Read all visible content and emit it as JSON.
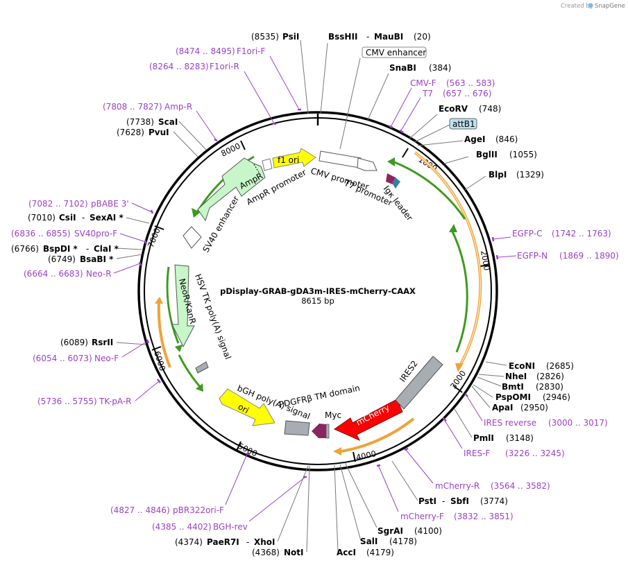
{
  "header": {
    "credit": "Created by",
    "brand": "SnapGene"
  },
  "plasmid": {
    "name": "pDisplay-GRAB-gDA3m-IRES-mCherry-CAAX",
    "length": "8615 bp",
    "length_bp": 8615
  },
  "ticks": [
    "1000",
    "2000",
    "3000",
    "4000",
    "5000",
    "6000",
    "7000",
    "8000"
  ],
  "colors": {
    "primer": "#9a3fc8",
    "ori": "#ffff00",
    "marker": "#c7f6c8",
    "orf_ring": "#f0a238",
    "orf_arrow": "#3d9a1e",
    "mcherry": "#ff0000",
    "pdgfr": "#8a2560",
    "ires": "#a8adb3",
    "attb": "#bde1ee"
  },
  "enzymes": [
    {
      "pos": "(8535)",
      "name": "PsiI"
    },
    {
      "name": "BssHII",
      "dash": "-",
      "name2": "MauBI",
      "pos": "(20)"
    },
    {
      "name": "SnaBI",
      "pos": "(384)"
    },
    {
      "name": "EcoRV",
      "pos": "(748)"
    },
    {
      "name": "AgeI",
      "pos": "(846)"
    },
    {
      "name": "BglII",
      "pos": "(1055)"
    },
    {
      "name": "BlpI",
      "pos": "(1329)"
    },
    {
      "name": "EcoNI",
      "pos": "(2685)"
    },
    {
      "name": "NheI",
      "pos": "(2826)"
    },
    {
      "name": "BmtI",
      "pos": "(2830)"
    },
    {
      "name": "PspOMI",
      "pos": "(2946)"
    },
    {
      "name": "ApaI",
      "pos": "(2950)"
    },
    {
      "name": "PmlI",
      "pos": "(3148)"
    },
    {
      "name": "PstI",
      "dash": "-",
      "name2": "SbfI",
      "pos": "(3774)"
    },
    {
      "name": "SgrAI",
      "pos": "(4100)"
    },
    {
      "name": "SalI",
      "pos": "(4178)"
    },
    {
      "name": "AccI",
      "pos": "(4179)"
    },
    {
      "pos": "(4368)",
      "name": "NotI"
    },
    {
      "pos": "(4374)",
      "name": "PaeR7I",
      "dash": "-",
      "name2": "XhoI"
    },
    {
      "name": "RsrII",
      "pos": "(6089)"
    },
    {
      "pos": "(6749)",
      "name": "BsaBI *"
    },
    {
      "pos": "(6766)",
      "name": "BspDI *",
      "dash": "-",
      "name2": "ClaI *"
    },
    {
      "pos": "(7010)",
      "name": "CsiI",
      "dash": "-",
      "name2": "SexAI *"
    },
    {
      "pos": "(7628)",
      "name": "PvuI"
    },
    {
      "pos": "(7738)",
      "name": "ScaI"
    }
  ],
  "primers": [
    {
      "name": "CMV-F",
      "range": "(563 .. 583)"
    },
    {
      "name": "T7",
      "range": "(657 .. 676)"
    },
    {
      "name": "EGFP-C",
      "range": "(1742 .. 1763)"
    },
    {
      "name": "EGFP-N",
      "range": "(1869 .. 1890)"
    },
    {
      "name": "IRES reverse",
      "range": "(3000 .. 3017)"
    },
    {
      "name": "IRES-F",
      "range": "(3226 .. 3245)"
    },
    {
      "name": "mCherry-R",
      "range": "(3564 .. 3582)"
    },
    {
      "name": "mCherry-F",
      "range": "(3832 .. 3851)"
    },
    {
      "name": "BGH-rev",
      "range": "(4385 .. 4402)"
    },
    {
      "name": "pBR322ori-F",
      "range": "(4827 .. 4846)"
    },
    {
      "name": "TK-pA-R",
      "range": "(5736 .. 5755)"
    },
    {
      "name": "Neo-F",
      "range": "(6054 .. 6073)"
    },
    {
      "name": "Neo-R",
      "range": "(6664 .. 6683)"
    },
    {
      "name": "SV40pro-F",
      "range": "(6836 .. 6855)"
    },
    {
      "name": "pBABE 3'",
      "range": "(7082 .. 7102)"
    },
    {
      "name": "Amp-R",
      "range": "(7808 .. 7827)"
    },
    {
      "name": "F1ori-R",
      "range": "(8264 .. 8283)"
    },
    {
      "name": "F1ori-F",
      "range": "(8474 .. 8495)"
    }
  ],
  "features": {
    "cmv_enhancer": "CMV enhancer",
    "attb1": "attB1",
    "cmv_promoter": "CMV promoter",
    "t7_promoter": "T7 promoter",
    "igk_leader": "Igκ leader",
    "f1_ori": "f1 ori",
    "ampr": "AmpR",
    "ampr_promoter": "AmpR promoter",
    "sv40_enhancer": "SV40 enhancer",
    "hsv_tk": "HSV TK poly(A) signal",
    "neor": "NeoR/KanR",
    "ori": "ori",
    "bgh": "bGH poly(A) signal",
    "pdgfr": "PDGFRβ TM domain",
    "myc": "Myc",
    "mcherry": "mCherry",
    "ires2": "IRES2"
  }
}
